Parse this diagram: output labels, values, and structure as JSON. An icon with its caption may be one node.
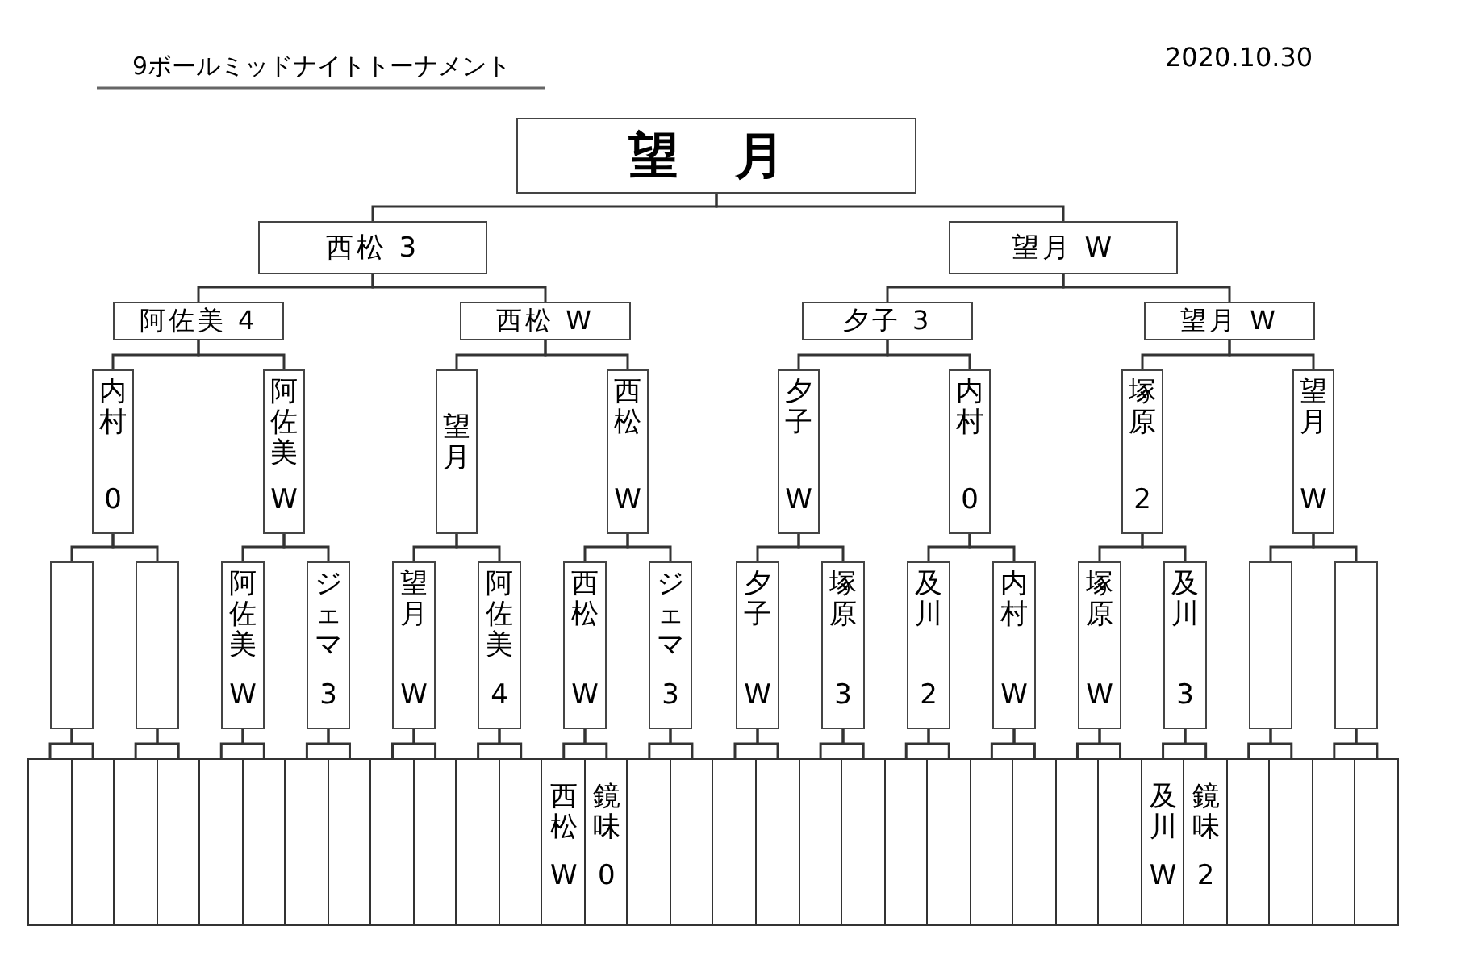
{
  "diagram": {
    "title": "9ボールミッドナイトトーナメント",
    "nodes": [
      {
        "text": [
          "望 月"
        ]
      },
      {
        "text": [
          "西松 3"
        ]
      },
      {
        "text": [
          "望月 W"
        ]
      },
      {
        "text": [
          "阿佐美 4"
        ]
      },
      {
        "text": [
          "西松 W"
        ]
      },
      {
        "text": [
          "夕子 3"
        ]
      },
      {
        "text": [
          "望月 W"
        ]
      },
      {
        "text": [
          "内村",
          "0"
        ]
      },
      {
        "text": [
          "阿佐美",
          "W"
        ]
      },
      {
        "text": [
          "望月"
        ]
      },
      {
        "text": [
          "西松",
          "W"
        ]
      },
      {
        "text": [
          "夕子",
          "W"
        ]
      },
      {
        "text": [
          "内村",
          "0"
        ]
      },
      {
        "text": [
          "塚原",
          "2"
        ]
      },
      {
        "text": [
          "望月",
          "W"
        ]
      },
      {
        "text": [],
        "shape": "box"
      },
      {
        "text": [],
        "shape": "box"
      },
      {
        "text": [
          "阿佐美",
          "W"
        ]
      },
      {
        "text": [
          "ジェマ",
          "3"
        ]
      },
      {
        "text": [
          "望月",
          "W"
        ]
      },
      {
        "text": [
          "阿佐美",
          "4"
        ]
      },
      {
        "text": [
          "西松",
          "W"
        ]
      },
      {
        "text": [
          "ジェマ",
          "3"
        ]
      },
      {
        "text": [
          "夕子",
          "W"
        ]
      },
      {
        "text": [
          "塚原",
          "3"
        ]
      },
      {
        "text": [
          "及川",
          "2"
        ]
      },
      {
        "text": [
          "内村",
          "W"
        ]
      },
      {
        "text": [
          "塚原",
          "W"
        ]
      },
      {
        "text": [
          "及川",
          "3"
        ]
      },
      {
        "text": [],
        "shape": "box"
      },
      {
        "text": [],
        "shape": "box"
      },
      {
        "text": [],
        "shape": "box"
      },
      {
        "text": [],
        "shape": "box"
      },
      {
        "text": [],
        "shape": "box"
      },
      {
        "text": [],
        "shape": "box"
      },
      {
        "text": [],
        "shape": "box"
      },
      {
        "text": [],
        "shape": "box"
      },
      {
        "text": [],
        "shape": "box"
      },
      {
        "text": [],
        "shape": "box"
      },
      {
        "text": [],
        "shape": "box"
      },
      {
        "text": [],
        "shape": "box"
      },
      {
        "text": [],
        "shape": "box"
      },
      {
        "text": [],
        "shape": "box"
      },
      {
        "text": [
          "西松",
          "W"
        ]
      },
      {
        "text": [
          "鏡味",
          "0"
        ]
      },
      {
        "text": [],
        "shape": "box"
      },
      {
        "text": [],
        "shape": "box"
      },
      {
        "text": [],
        "shape": "box"
      },
      {
        "text": [],
        "shape": "box"
      },
      {
        "text": [],
        "shape": "box"
      },
      {
        "text": [],
        "shape": "box"
      },
      {
        "text": [],
        "shape": "box"
      },
      {
        "text": [],
        "shape": "box"
      },
      {
        "text": [],
        "shape": "box"
      },
      {
        "text": [],
        "shape": "box"
      },
      {
        "text": [],
        "shape": "box"
      },
      {
        "text": [],
        "shape": "box"
      },
      {
        "text": [
          "及川",
          "W"
        ]
      },
      {
        "text": [
          "鏡味",
          "2"
        ]
      },
      {
        "text": [],
        "shape": "box"
      },
      {
        "text": [],
        "shape": "box"
      },
      {
        "text": [],
        "shape": "box"
      },
      {
        "text": [],
        "shape": "box"
      }
    ],
    "edges": [
      {
        "from": 0,
        "to": 1,
        "arrow": "none"
      },
      {
        "from": 0,
        "to": 2,
        "arrow": "none"
      },
      {
        "from": 1,
        "to": 3,
        "arrow": "none"
      },
      {
        "from": 1,
        "to": 4,
        "arrow": "none"
      },
      {
        "from": 2,
        "to": 5,
        "arrow": "none"
      },
      {
        "from": 2,
        "to": 6,
        "arrow": "none"
      },
      {
        "from": 3,
        "to": 7,
        "arrow": "none"
      },
      {
        "from": 3,
        "to": 8,
        "arrow": "none"
      },
      {
        "from": 4,
        "to": 9,
        "arrow": "none"
      },
      {
        "from": 4,
        "to": 10,
        "arrow": "none"
      },
      {
        "from": 5,
        "to": 11,
        "arrow": "none"
      },
      {
        "from": 5,
        "to": 12,
        "arrow": "none"
      },
      {
        "from": 6,
        "to": 13,
        "arrow": "none"
      },
      {
        "from": 6,
        "to": 14,
        "arrow": "none"
      },
      {
        "from": 7,
        "to": 15,
        "arrow": "none"
      },
      {
        "from": 7,
        "to": 16,
        "arrow": "none"
      },
      {
        "from": 8,
        "to": 17,
        "arrow": "none"
      },
      {
        "from": 8,
        "to": 18,
        "arrow": "none"
      },
      {
        "from": 9,
        "to": 19,
        "arrow": "none"
      },
      {
        "from": 9,
        "to": 20,
        "arrow": "none"
      },
      {
        "from": 10,
        "to": 21,
        "arrow": "none"
      },
      {
        "from": 10,
        "to": 22,
        "arrow": "none"
      },
      {
        "from": 11,
        "to": 23,
        "arrow": "none"
      },
      {
        "from": 11,
        "to": 24,
        "arrow": "none"
      },
      {
        "from": 12,
        "to": 25,
        "arrow": "none"
      },
      {
        "from": 12,
        "to": 26,
        "arrow": "none"
      },
      {
        "from": 13,
        "to": 27,
        "arrow": "none"
      },
      {
        "from": 13,
        "to": 28,
        "arrow": "none"
      },
      {
        "from": 14,
        "to": 29,
        "arrow": "none"
      },
      {
        "from": 14,
        "to": 30,
        "arrow": "none"
      },
      {
        "from": 15,
        "to": 31,
        "arrow": "none"
      },
      {
        "from": 15,
        "to": 32,
        "arrow": "none"
      },
      {
        "from": 16,
        "to": 33,
        "arrow": "none"
      },
      {
        "from": 16,
        "to": 34,
        "arrow": "none"
      },
      {
        "from": 17,
        "to": 35,
        "arrow": "none"
      },
      {
        "from": 17,
        "to": 36,
        "arrow": "none"
      },
      {
        "from": 18,
        "to": 37,
        "arrow": "none"
      },
      {
        "from": 18,
        "to": 38,
        "arrow": "none"
      },
      {
        "from": 19,
        "to": 39,
        "arrow": "none"
      },
      {
        "from": 19,
        "to": 40,
        "arrow": "none"
      },
      {
        "from": 20,
        "to": 41,
        "arrow": "none"
      },
      {
        "from": 20,
        "to": 42,
        "arrow": "none"
      },
      {
        "from": 21,
        "to": 43,
        "arrow": "none"
      },
      {
        "from": 21,
        "to": 44,
        "arrow": "none"
      },
      {
        "from": 22,
        "to": 45,
        "arrow": "none"
      },
      {
        "from": 22,
        "to": 46,
        "arrow": "none"
      },
      {
        "from": 23,
        "to": 47,
        "arrow": "none"
      },
      {
        "from": 23,
        "to": 48,
        "arrow": "none"
      },
      {
        "from": 24,
        "to": 49,
        "arrow": "none"
      },
      {
        "from": 24,
        "to": 50,
        "arrow": "none"
      },
      {
        "from": 25,
        "to": 51,
        "arrow": "none"
      },
      {
        "from": 25,
        "to": 52,
        "arrow": "none"
      },
      {
        "from": 26,
        "to": 53,
        "arrow": "none"
      },
      {
        "from": 26,
        "to": 54,
        "arrow": "none"
      },
      {
        "from": 27,
        "to": 55,
        "arrow": "none"
      },
      {
        "from": 27,
        "to": 56,
        "arrow": "none"
      },
      {
        "from": 28,
        "to": 57,
        "arrow": "none"
      },
      {
        "from": 28,
        "to": 58,
        "arrow": "none"
      },
      {
        "from": 29,
        "to": 59,
        "arrow": "none"
      },
      {
        "from": 29,
        "to": 60,
        "arrow": "none"
      },
      {
        "from": 30,
        "to": 61,
        "arrow": "none"
      },
      {
        "from": 30,
        "to": 62,
        "arrow": "none"
      }
    ],
    "labels": [
      "2020.10.30"
    ]
  }
}
